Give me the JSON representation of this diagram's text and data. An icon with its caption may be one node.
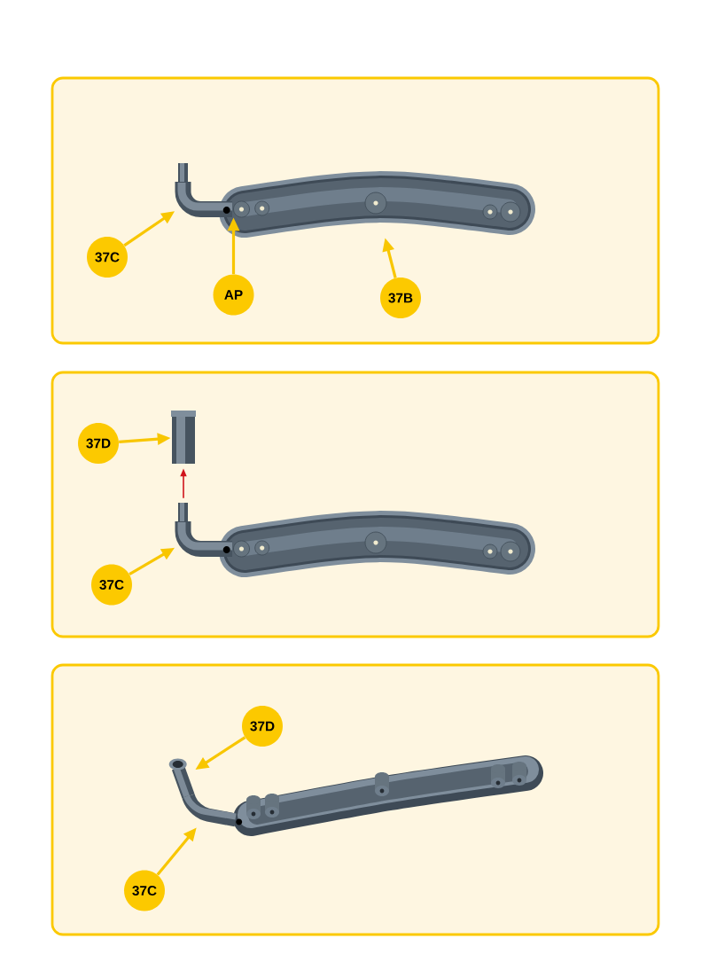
{
  "diagram": {
    "nodes": [
      {
        "text": [],
        "shape": "box"
      },
      {
        "text": [],
        "shape": "picture",
        "in": 0
      },
      {
        "text": [],
        "shape": "picture",
        "in": 0
      },
      {
        "text": [
          "37C"
        ],
        "in": 0
      },
      {
        "text": [
          "AP"
        ],
        "in": 0
      },
      {
        "text": [
          "37B"
        ],
        "in": 0
      },
      {
        "text": [],
        "shape": "box"
      },
      {
        "text": [],
        "shape": "picture",
        "in": 6
      },
      {
        "text": [
          "37D"
        ],
        "in": 6
      },
      {
        "text": [],
        "shape": "picture",
        "in": 6
      },
      {
        "text": [],
        "shape": "picture",
        "in": 6
      },
      {
        "text": [
          "37C"
        ],
        "in": 6
      },
      {
        "text": [],
        "shape": "box"
      },
      {
        "text": [
          "37D"
        ],
        "in": 12
      },
      {
        "text": [],
        "shape": "picture",
        "in": 12
      },
      {
        "text": [],
        "shape": "picture",
        "in": 12
      },
      {
        "text": [],
        "shape": "picture",
        "in": 12
      },
      {
        "text": [
          "37C"
        ],
        "in": 12
      }
    ],
    "edges": [
      {
        "from": 3,
        "to": 1,
        "arrow": "to"
      },
      {
        "from": 4,
        "to": 1,
        "arrow": "to"
      },
      {
        "from": 5,
        "to": 2,
        "arrow": "to"
      },
      {
        "from": 8,
        "to": 7,
        "arrow": "to"
      },
      {
        "from": 9,
        "to": 7,
        "arrow": "to",
        "color": "#d0141c"
      },
      {
        "from": 11,
        "to": 9,
        "arrow": "to"
      },
      {
        "from": 13,
        "to": 14,
        "arrow": "to"
      },
      {
        "from": 17,
        "to": 16,
        "arrow": "to"
      }
    ]
  }
}
